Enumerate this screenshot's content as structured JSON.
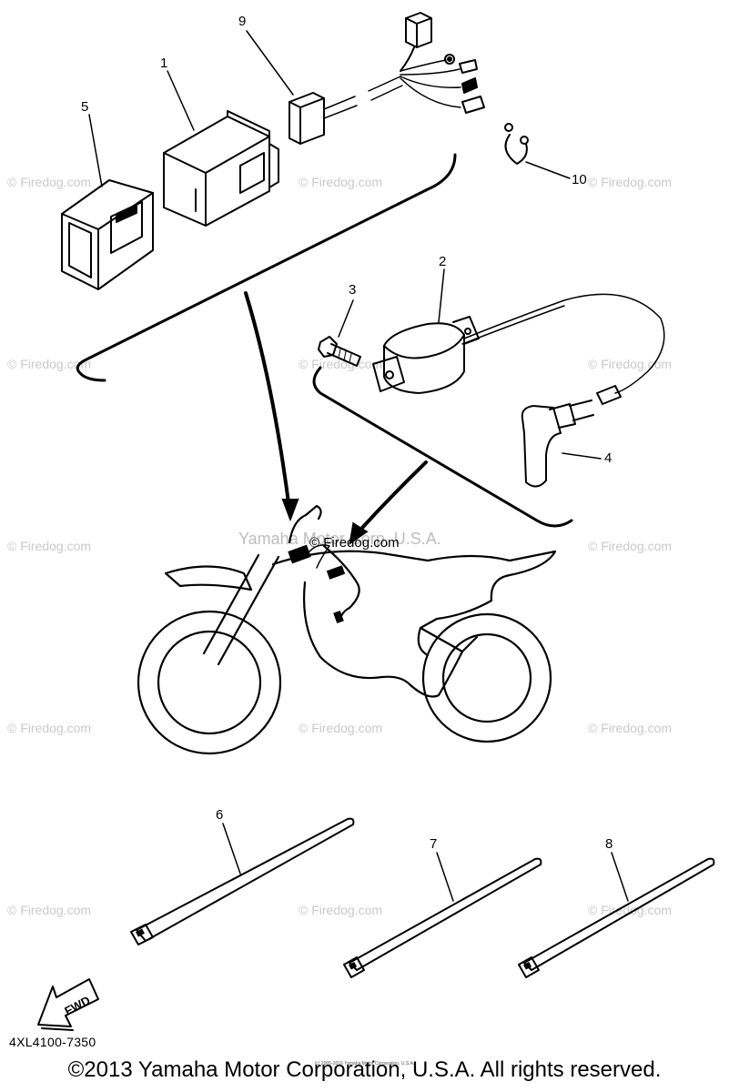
{
  "watermark": "© Firedog.com",
  "center_watermark": "Yamaha Motor Corp, U.S.A.",
  "center_watermark_2": "© Firedog.com",
  "callouts": {
    "c1": "1",
    "c2": "2",
    "c3": "3",
    "c4": "4",
    "c5": "5",
    "c6": "6",
    "c7": "7",
    "c8": "8",
    "c9": "9",
    "c10": "10"
  },
  "fwd_label": "FWD",
  "part_code": "4XL4100-7350",
  "small_print": "(c) 2005-2016 Yamaha Motor Corporation, U.S.A.",
  "copyright": "©2013 Yamaha Motor Corporation, U.S.A. All rights reserved."
}
